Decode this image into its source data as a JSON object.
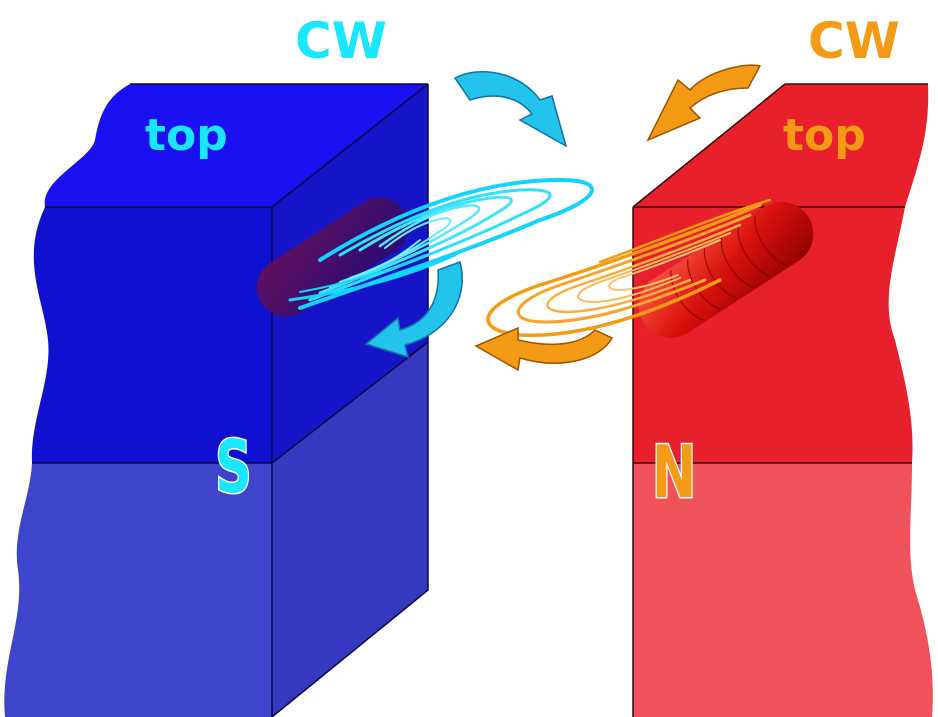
{
  "colors": {
    "south_magnet": "#1515e0",
    "north_magnet": "#e8202c",
    "south_accent": "#19e6ff",
    "north_accent": "#f59a14"
  },
  "south_magnet": {
    "rotation_label": "CW",
    "top_label": "top",
    "pole_label": "S"
  },
  "north_magnet": {
    "rotation_label": "CW",
    "top_label": "top",
    "pole_label": "N"
  }
}
